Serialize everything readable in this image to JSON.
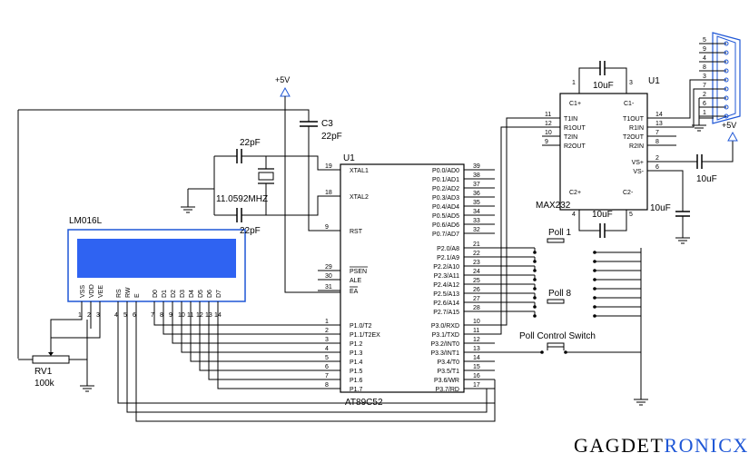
{
  "brand": {
    "part1": "GAGDET",
    "part2": "RONICX"
  },
  "supply": {
    "vcc_top": "+5V",
    "vcc_right": "+5V"
  },
  "mcu": {
    "ref": "U1",
    "part": "AT89C52",
    "left_pins": [
      {
        "num": "19",
        "name": "XTAL1"
      },
      {
        "num": "18",
        "name": "XTAL2"
      },
      {
        "num": "9",
        "name": "RST"
      },
      {
        "num": "29",
        "name": "PSEN"
      },
      {
        "num": "30",
        "name": "ALE"
      },
      {
        "num": "31",
        "name": "EA"
      },
      {
        "num": "1",
        "name": "P1.0/T2"
      },
      {
        "num": "2",
        "name": "P1.1/T2EX"
      },
      {
        "num": "3",
        "name": "P1.2"
      },
      {
        "num": "4",
        "name": "P1.3"
      },
      {
        "num": "5",
        "name": "P1.4"
      },
      {
        "num": "6",
        "name": "P1.5"
      },
      {
        "num": "7",
        "name": "P1.6"
      },
      {
        "num": "8",
        "name": "P1.7"
      }
    ],
    "right_pins": [
      {
        "num": "39",
        "name": "P0.0/AD0"
      },
      {
        "num": "38",
        "name": "P0.1/AD1"
      },
      {
        "num": "37",
        "name": "P0.2/AD2"
      },
      {
        "num": "36",
        "name": "P0.3/AD3"
      },
      {
        "num": "35",
        "name": "P0.4/AD4"
      },
      {
        "num": "34",
        "name": "P0.5/AD5"
      },
      {
        "num": "33",
        "name": "P0.6/AD6"
      },
      {
        "num": "32",
        "name": "P0.7/AD7"
      },
      {
        "num": "21",
        "name": "P2.0/A8"
      },
      {
        "num": "22",
        "name": "P2.1/A9"
      },
      {
        "num": "23",
        "name": "P2.2/A10"
      },
      {
        "num": "24",
        "name": "P2.3/A11"
      },
      {
        "num": "25",
        "name": "P2.4/A12"
      },
      {
        "num": "26",
        "name": "P2.5/A13"
      },
      {
        "num": "27",
        "name": "P2.6/A14"
      },
      {
        "num": "28",
        "name": "P2.7/A15"
      },
      {
        "num": "10",
        "name": "P3.0/RXD"
      },
      {
        "num": "11",
        "name": "P3.1/TXD"
      },
      {
        "num": "12",
        "name": "P3.2/INT0"
      },
      {
        "num": "13",
        "name": "P3.3/INT1"
      },
      {
        "num": "14",
        "name": "P3.4/T0"
      },
      {
        "num": "15",
        "name": "P3.5/T1"
      },
      {
        "num": "16",
        "name": "P3.6/WR"
      },
      {
        "num": "17",
        "name": "P3.7/RD"
      }
    ]
  },
  "max232": {
    "ref": "U1",
    "part": "MAX232",
    "left_pins": [
      {
        "num": "11",
        "name": "T1IN"
      },
      {
        "num": "12",
        "name": "R1OUT"
      },
      {
        "num": "10",
        "name": "T2IN"
      },
      {
        "num": "9",
        "name": "R2OUT"
      }
    ],
    "right_pins": [
      {
        "num": "14",
        "name": "T1OUT"
      },
      {
        "num": "13",
        "name": "R1IN"
      },
      {
        "num": "7",
        "name": "T2OUT"
      },
      {
        "num": "8",
        "name": "R2IN"
      },
      {
        "num": "2",
        "name": "VS+"
      },
      {
        "num": "6",
        "name": "VS-"
      }
    ],
    "top_pins": [
      {
        "num": "1",
        "name": "C1+"
      },
      {
        "num": "3",
        "name": "C1-"
      }
    ],
    "bottom_pins": [
      {
        "num": "4",
        "name": "C2+"
      },
      {
        "num": "5",
        "name": "C2-"
      }
    ]
  },
  "lcd": {
    "ref": "LM016L",
    "pins": [
      {
        "num": "1",
        "name": "VSS"
      },
      {
        "num": "2",
        "name": "VDD"
      },
      {
        "num": "3",
        "name": "VEE"
      },
      {
        "num": "4",
        "name": "RS"
      },
      {
        "num": "5",
        "name": "RW"
      },
      {
        "num": "6",
        "name": "E"
      },
      {
        "num": "7",
        "name": "D0"
      },
      {
        "num": "8",
        "name": "D1"
      },
      {
        "num": "9",
        "name": "D2"
      },
      {
        "num": "10",
        "name": "D3"
      },
      {
        "num": "11",
        "name": "D4"
      },
      {
        "num": "12",
        "name": "D5"
      },
      {
        "num": "13",
        "name": "D6"
      },
      {
        "num": "14",
        "name": "D7"
      }
    ],
    "screen_color": "#2f63f2"
  },
  "components": {
    "c3_ref": "C3",
    "c3_val": "22pF",
    "c_top_val": "22pF",
    "c_bot_val": "22pF",
    "crystal": "11.0592MHZ",
    "rv_ref": "RV1",
    "rv_val": "100k",
    "cap_c1": "10uF",
    "cap_c2": "10uF",
    "cap_vs_plus": "10uF",
    "cap_vs_minus": "10uF",
    "poll1": "Poll 1",
    "poll8": "Poll 8",
    "poll_ctrl": "Poll Control Switch"
  },
  "db9": {
    "pins": [
      "5",
      "9",
      "4",
      "8",
      "3",
      "7",
      "2",
      "6",
      "1"
    ]
  }
}
